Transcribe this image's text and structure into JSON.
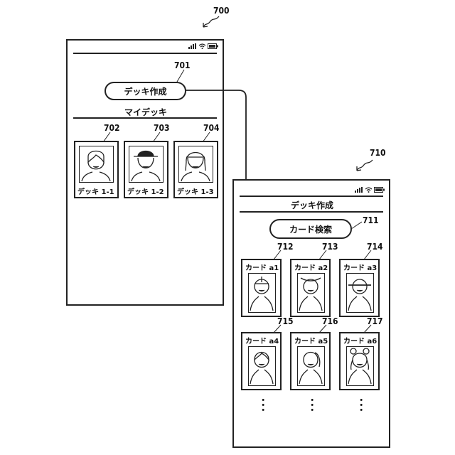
{
  "refs": {
    "fig_a": "700",
    "fig_b": "710",
    "deck_create_btn": "701",
    "deck1": "702",
    "deck2": "703",
    "deck3": "704",
    "card_search_btn": "711",
    "card1": "712",
    "card2": "713",
    "card3": "714",
    "card4": "715",
    "card5": "716",
    "card6": "717"
  },
  "screen_a": {
    "deck_create_button": "デッキ作成",
    "section_title": "マイデッキ",
    "decks": [
      {
        "label": "デッキ 1-1"
      },
      {
        "label": "デッキ 1-2"
      },
      {
        "label": "デッキ 1-3"
      }
    ]
  },
  "screen_b": {
    "header_title": "デッキ作成",
    "card_search_button": "カード検索",
    "cards": [
      {
        "label": "カード a1"
      },
      {
        "label": "カード a2"
      },
      {
        "label": "カード a3"
      },
      {
        "label": "カード a4"
      },
      {
        "label": "カード a5"
      },
      {
        "label": "カード a6"
      }
    ],
    "ellipsis": "･･･"
  },
  "icons": [
    "signal-icon",
    "wifi-icon",
    "battery-icon",
    "squiggle-arrow-icon",
    "face-icon"
  ],
  "colors": {
    "line": "#222222",
    "background": "#ffffff"
  }
}
